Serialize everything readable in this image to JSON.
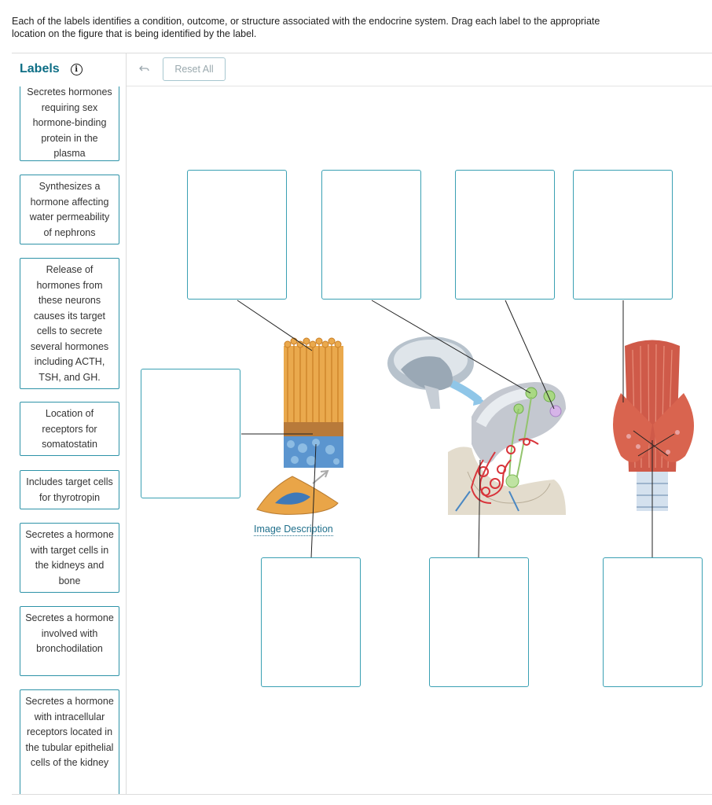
{
  "instructions": "Each of the labels identifies a condition, outcome, or structure associated with the endocrine system. Drag each label to the appropriate location on the figure that is being identified by the label.",
  "labels_panel": {
    "title": "Labels",
    "items": [
      {
        "text": "Secretes hormones requiring sex hormone-binding protein in the plasma"
      },
      {
        "text": "Synthesizes a hormone affecting water permeability of nephrons"
      },
      {
        "text": "Release of hormones from these neurons causes its target cells to secrete several hormones including ACTH, TSH, and GH."
      },
      {
        "text": "Location of receptors for somatostatin"
      },
      {
        "text": "Includes target cells for thyrotropin"
      },
      {
        "text": "Secretes a hormone with target cells in the kidneys and bone"
      },
      {
        "text": "Secretes a hormone involved with bronchodilation"
      },
      {
        "text": "Secretes a hormone with intracellular receptors located in the tubular epithelial cells of the kidney"
      }
    ]
  },
  "toolbar": {
    "undo_icon": "undo-icon",
    "reset_label": "Reset All"
  },
  "figure": {
    "image_description_link": "Image Description"
  },
  "colors": {
    "accent": "#0d6e85",
    "box_border": "#3aa0b3",
    "adrenal_cortex": "#e8a449",
    "adrenal_medulla": "#4a87c2",
    "thyroid": "#cf5a49",
    "pituitary_gray": "#b9bcc4",
    "neurons_green": "#9dd17a",
    "vessels_red": "#d8343a"
  }
}
